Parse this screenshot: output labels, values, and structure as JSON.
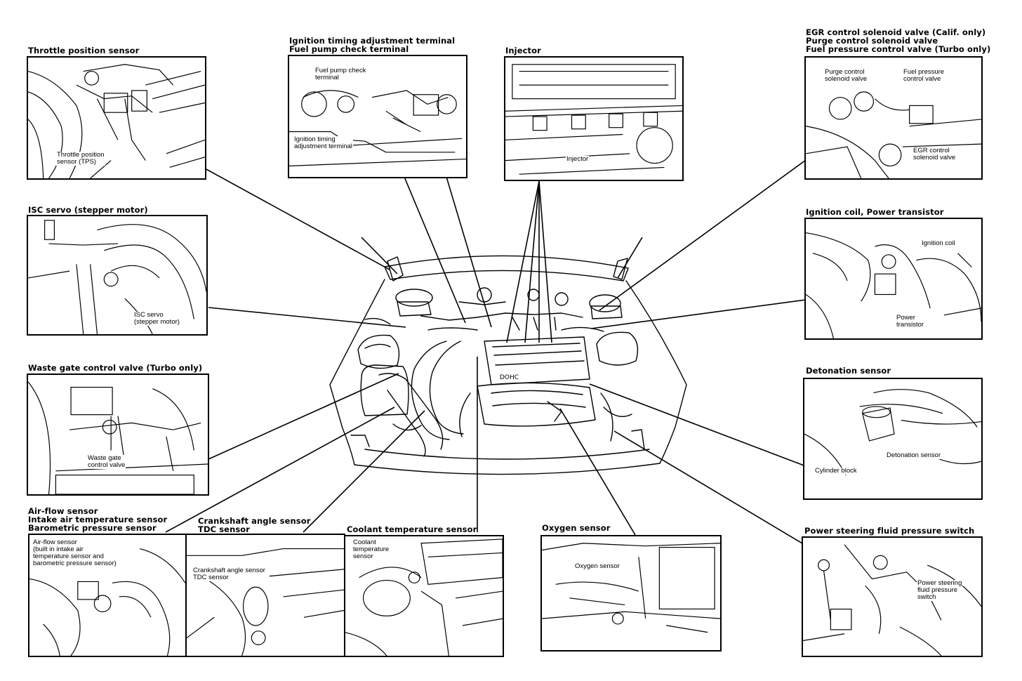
{
  "panels": {
    "tps": {
      "title": [
        "Throttle position sensor"
      ],
      "labels": [
        [
          "Throttle position",
          "sensor (TPS)"
        ]
      ]
    },
    "ignition_timing": {
      "title": [
        "Ignition timing adjustment terminal",
        "Fuel pump check terminal"
      ],
      "labels": [
        [
          "Fuel pump check",
          "terminal"
        ],
        [
          "Ignition timing",
          "adjustment terminal"
        ]
      ]
    },
    "injector": {
      "title": [
        "Injector"
      ],
      "labels": [
        [
          "Injector"
        ]
      ]
    },
    "egr": {
      "title": [
        "EGR control solenoid valve (Calif. only)",
        "Purge control solenoid valve",
        "Fuel pressure control valve (Turbo only)"
      ],
      "labels": [
        [
          "Purge control",
          "solenoid valve"
        ],
        [
          "Fuel pressure",
          "control valve"
        ],
        [
          "EGR control",
          "solenoid valve"
        ]
      ]
    },
    "isc": {
      "title": [
        "ISC servo (stepper motor)"
      ],
      "labels": [
        [
          "ISC servo",
          "(stepper motor)"
        ]
      ]
    },
    "ignition_coil": {
      "title": [
        "Ignition coil, Power transistor"
      ],
      "labels": [
        [
          "Ignition coil"
        ],
        [
          "Power",
          "transistor"
        ]
      ]
    },
    "waste_gate": {
      "title": [
        "Waste gate control valve (Turbo only)"
      ],
      "labels": [
        [
          "Waste gate",
          "control valve"
        ]
      ]
    },
    "detonation": {
      "title": [
        "Detonation sensor"
      ],
      "labels": [
        [
          "Detonation sensor"
        ],
        [
          "Cylinder block"
        ]
      ]
    },
    "airflow": {
      "title": [
        "Air-flow sensor",
        "Intake air temperature sensor",
        "Barometric pressure sensor"
      ],
      "labels": [
        [
          "Air-flow sensor",
          "(built in intake air",
          "temperature sensor and",
          "barometric pressure sensor)"
        ]
      ]
    },
    "crank": {
      "title": [
        "Crankshaft angle sensor",
        "TDC sensor"
      ],
      "labels": [
        [
          "Crankshaft angle sensor",
          "TDC sensor"
        ]
      ]
    },
    "coolant": {
      "title": [
        "Coolant temperature sensor"
      ],
      "labels": [
        [
          "Coolant",
          "temperature",
          "sensor"
        ]
      ]
    },
    "oxygen": {
      "title": [
        "Oxygen sensor"
      ],
      "labels": [
        [
          "Oxygen sensor"
        ]
      ]
    },
    "ps_switch": {
      "title": [
        "Power steering fluid pressure switch"
      ],
      "labels": [
        [
          "Power steering",
          "fluid pressure",
          "switch"
        ]
      ]
    }
  },
  "engine_marks": {
    "cylinder_head": "DOHC"
  }
}
